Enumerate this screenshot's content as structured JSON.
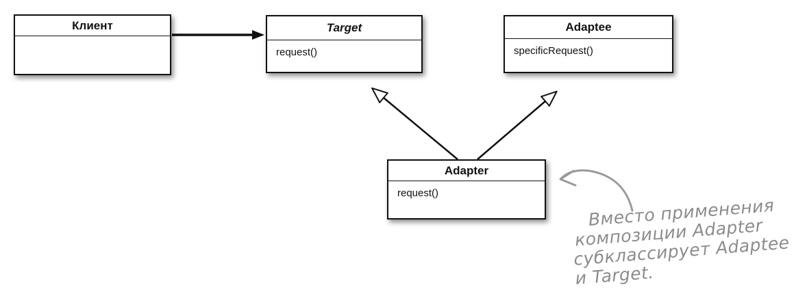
{
  "classes": {
    "client": {
      "name": "Клиент",
      "methods": []
    },
    "target": {
      "name": "Target",
      "abstract": true,
      "methods": [
        "request()"
      ]
    },
    "adaptee": {
      "name": "Adaptee",
      "methods": [
        "specificRequest()"
      ]
    },
    "adapter": {
      "name": "Adapter",
      "methods": [
        "request()"
      ]
    }
  },
  "relations": [
    {
      "from": "Клиент",
      "to": "Target",
      "type": "association"
    },
    {
      "from": "Adapter",
      "to": "Target",
      "type": "inheritance"
    },
    {
      "from": "Adapter",
      "to": "Adaptee",
      "type": "inheritance"
    }
  ],
  "annotation": {
    "lines": [
      "Вместо применения",
      "композиции Adapter",
      "субклассирует Adaptee",
      "и Target."
    ]
  },
  "colors": {
    "background": "#ffffff",
    "box_fill": "#ffffff",
    "box_border": "#111111",
    "arrow_line": "#111111",
    "handwriting": "#8c8c8c"
  }
}
